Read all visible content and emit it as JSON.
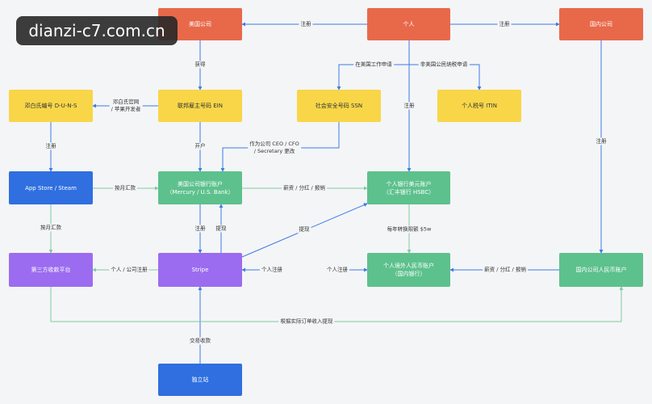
{
  "watermark": "dianzi-c7.com.cn",
  "nodes": {
    "us_company": "美国公司",
    "individual": "个人",
    "domestic_company": "国内公司",
    "duns": "邓白氏编号 D-U-N-S",
    "ein": "联邦雇主号码 EIN",
    "ssn": "社会安全号码 SSN",
    "itin": "个人税号 ITIN",
    "appstore": "App Store / Steam",
    "us_bank_line1": "美国公司银行账户",
    "us_bank_line2": "（Mercury / U.S. Bank）",
    "personal_bank_line1": "个人银行美元账户",
    "personal_bank_line2": "（汇丰银行 HSBC）",
    "third_party": "第三方收款平台",
    "stripe": "Stripe",
    "personal_fx_line1": "个人境外人民币账户",
    "personal_fx_line2": "（国内银行）",
    "domestic_account": "国内公司人民币账户",
    "independent_site": "独立站"
  },
  "labels": {
    "register_1": "注册",
    "register_2": "注册",
    "obtain": "获得",
    "work_apply": "在美国工作申请",
    "nonresident_apply": "非美国公民纳税申请",
    "duns_apply_l1": "邓白氏官网",
    "duns_apply_l2": "/ 苹果开发者",
    "register_duns": "注册",
    "register_individual": "注册",
    "register_domestic": "注册",
    "open_account": "开户",
    "ceo_l1": "作为公司 CEO / CFO",
    "ceo_l2": "/ Secretary 更改",
    "monthly_remit": "按月汇款",
    "salary_1": "薪资 / 分红 / 报销",
    "monthly_remit_2": "按月汇款",
    "register_stripe": "注册",
    "withdraw_1": "提现",
    "withdraw_2": "提现",
    "quota": "每年转换限额 $5w",
    "personal_company_register": "个人 / 公司注册",
    "personal_register_1": "个人注册",
    "personal_register_2": "个人注册",
    "salary_2": "薪资 / 分红 / 报销",
    "actual_order": "根据实际订单收入提现",
    "transaction": "交易收款"
  }
}
